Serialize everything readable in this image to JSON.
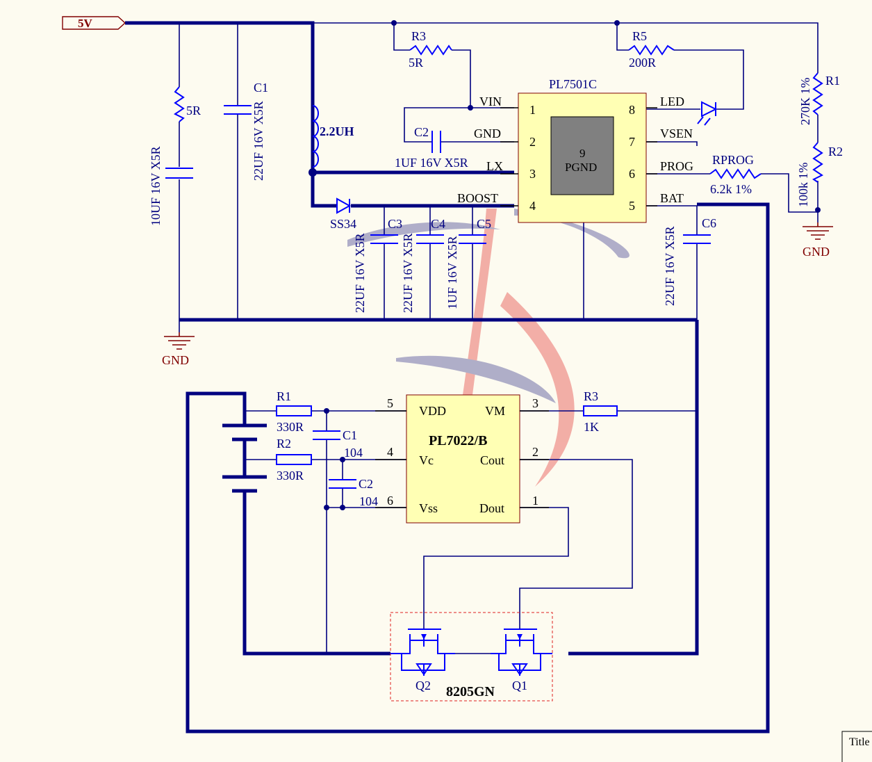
{
  "net_labels": {
    "vin": "5V",
    "gnd_left": "GND",
    "gnd_right": "GND"
  },
  "u1": {
    "name": "PL7501C",
    "pad": {
      "num": "9",
      "name": "PGND"
    },
    "pins_left": [
      {
        "num": "1",
        "name": "VIN"
      },
      {
        "num": "2",
        "name": "GND"
      },
      {
        "num": "3",
        "name": "LX"
      },
      {
        "num": "4",
        "name": "BOOST"
      }
    ],
    "pins_right": [
      {
        "num": "8",
        "name": "LED"
      },
      {
        "num": "7",
        "name": "VSEN"
      },
      {
        "num": "6",
        "name": "PROG"
      },
      {
        "num": "5",
        "name": "BAT"
      }
    ]
  },
  "u2": {
    "name": "PL7022/B",
    "pins_left": [
      {
        "num": "5",
        "name": "VDD"
      },
      {
        "num": "4",
        "name": "Vc"
      },
      {
        "num": "6",
        "name": "Vss"
      }
    ],
    "pins_right": [
      {
        "num": "3",
        "name": "VM"
      },
      {
        "num": "2",
        "name": "Cout"
      },
      {
        "num": "1",
        "name": "Dout"
      }
    ]
  },
  "parts_top": {
    "r_5r": "5R",
    "c_in1": "10UF  16V  X5R",
    "c1": {
      "ref": "C1",
      "value": "22UF  16V  X5R"
    },
    "inductor": "2.2UH",
    "r3": {
      "ref": "R3",
      "value": "5R"
    },
    "r5": {
      "ref": "R5",
      "value": "200R"
    },
    "c2": {
      "ref": "C2",
      "value": "1UF  16V  X5R"
    },
    "diode": "SS34",
    "c3": {
      "ref": "C3",
      "value": "22UF  16V  X5R"
    },
    "c4": {
      "ref": "C4",
      "value": "22UF  16V  X5R"
    },
    "c5": {
      "ref": "C5",
      "value": "1UF  16V  X5R"
    },
    "c6": {
      "ref": "C6",
      "value": "22UF  16V  X5R"
    },
    "rprog": {
      "ref": "RPROG",
      "value": "6.2k  1%"
    },
    "r1": {
      "ref": "R1",
      "value": "270K  1%"
    },
    "r2": {
      "ref": "R2",
      "value": "100k  1%"
    }
  },
  "parts_bottom": {
    "r1": {
      "ref": "R1",
      "value": "330R"
    },
    "r2": {
      "ref": "R2",
      "value": "330R"
    },
    "c1": {
      "ref": "C1",
      "value": "104"
    },
    "c2": {
      "ref": "C2",
      "value": "104"
    },
    "r3": {
      "ref": "R3",
      "value": "1K"
    },
    "q1": "Q1",
    "q2": "Q2",
    "mosfet": "8205GN"
  },
  "title_block": {
    "label": "Title"
  },
  "colors": {
    "wire": "#000080",
    "component": "#0000ff",
    "ic_fill": "#ffffb4",
    "ic_border": "#800000",
    "background": "#fdfbf0",
    "net_label": "#800000"
  }
}
